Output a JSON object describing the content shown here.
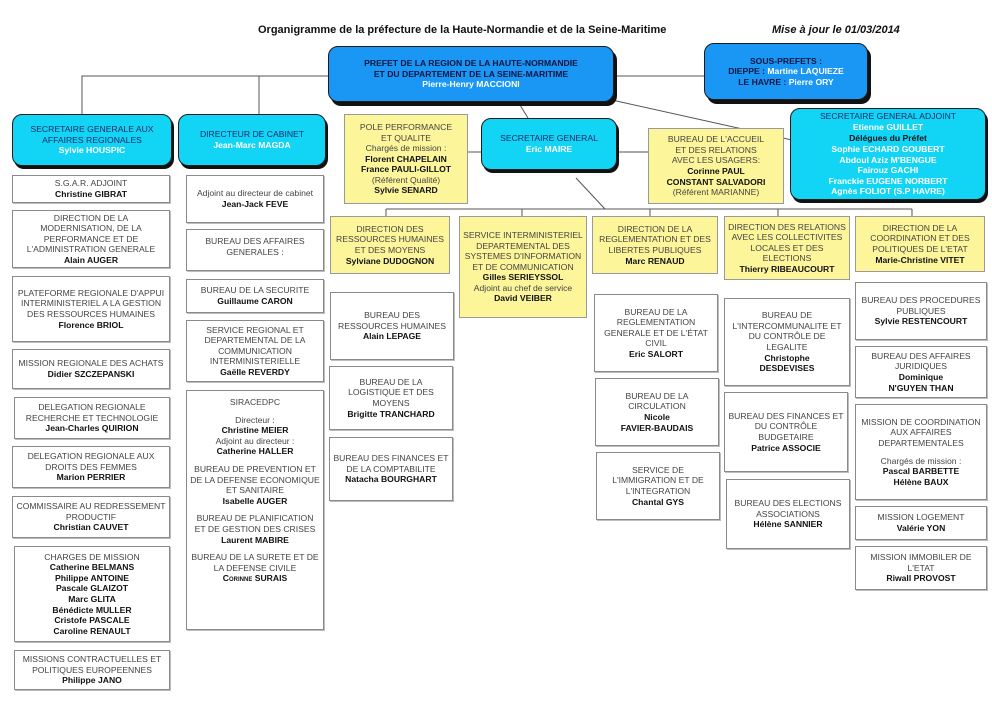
{
  "header": {
    "title": "Organigramme de la préfecture de la Haute-Normandie et de la Seine-Maritime",
    "updated": "Mise à jour le 01/03/2014"
  },
  "colors": {
    "prefet_blue": "#1a96f5",
    "direction_cyan": "#12d4f5",
    "service_yellow": "#fdf59a",
    "bureau_white": "#ffffff"
  },
  "prefet": {
    "line1": "PREFET DE LA REGION DE LA HAUTE-NORMANDIE",
    "line2": "ET DU DEPARTEMENT DE LA SEINE-MARITIME",
    "name": "Pierre-Henry MACCIONI"
  },
  "sous_prefets": {
    "title": "SOUS-PREFETS :",
    "dieppe_label": "DIEPPE :",
    "dieppe_name": "Martine LAQUIEZE",
    "havre_label": "LE HAVRE :",
    "havre_name": "Pierre ORY"
  },
  "sgar": {
    "line1": "SECRETAIRE GENERALE AUX",
    "line2": "AFFAIRES REGIONALES",
    "name": "Sylvie HOUSPIC",
    "units": [
      {
        "label": "S.G.A.R. ADJOINT",
        "names": [
          "Christine GIBRAT"
        ]
      },
      {
        "label": "DIRECTION DE LA MODERNISATION, DE LA PERFORMANCE ET DE L'ADMINISTRATION GENERALE",
        "names": [
          "Alain AUGER"
        ]
      },
      {
        "label": "PLATEFORME REGIONALE D'APPUI INTERMINISTERIEL A LA GESTION DES RESSOURCES HUMAINES",
        "names": [
          "Florence BRIOL"
        ]
      },
      {
        "label": "MISSION REGIONALE DES ACHATS",
        "names": [
          "Didier SZCZEPANSKI"
        ]
      },
      {
        "label": "DELEGATION REGIONALE RECHERCHE ET TECHNOLOGIE",
        "names": [
          "Jean-Charles QUIRION"
        ]
      },
      {
        "label": "DELEGATION REGIONALE AUX DROITS DES FEMMES",
        "names": [
          "Marion PERRIER"
        ]
      },
      {
        "label": "COMMISSAIRE AU REDRESSEMENT PRODUCTIF",
        "names": [
          "Christian CAUVET"
        ]
      },
      {
        "label": "CHARGES DE MISSION",
        "names": [
          "Catherine BELMANS",
          "Philippe ANTOINE",
          "Pascale GLAIZOT",
          "Marc GLITA",
          "Bénédicte MULLER",
          "Cristofe PASCALE",
          "Caroline RENAULT"
        ]
      },
      {
        "label": "MISSIONS CONTRACTUELLES ET POLITIQUES EUROPEENNES",
        "names": [
          "Philippe JANO"
        ]
      }
    ]
  },
  "cabinet": {
    "title": "DIRECTEUR DE CABINET",
    "name": "Jean-Marc MAGDA",
    "units": [
      {
        "label": "Adjoint au directeur de cabinet",
        "names": [
          "Jean-Jack FEVE"
        ]
      },
      {
        "label": "BUREAU DES AFFAIRES GENERALES :",
        "names": []
      },
      {
        "label": "BUREAU DE LA SECURITE",
        "names": [
          "Guillaume CARON"
        ]
      },
      {
        "label": "SERVICE REGIONAL ET DEPARTEMENTAL DE LA COMMUNICATION INTERMINISTERIELLE",
        "names": [
          "Gaëlle REVERDY"
        ]
      }
    ],
    "siracedpc": {
      "title": "SIRACEDPC",
      "director_label": "Directeur :",
      "director_name": "Christine MEIER",
      "deputy_label": "Adjoint au directeur :",
      "deputy_name": "Catherine HALLER",
      "bureaux": [
        {
          "label": "BUREAU DE PREVENTION ET DE LA DEFENSE ECONOMIQUE ET SANITAIRE",
          "name": "Isabelle AUGER"
        },
        {
          "label": "BUREAU DE PLANIFICATION ET DE GESTION DES CRISES",
          "name": "Laurent MABIRE"
        },
        {
          "label": "BUREAU DE LA SURETE ET DE LA DEFENSE CIVILE",
          "name_first": "Corinne",
          "name_last": "SURAIS"
        }
      ]
    }
  },
  "pole_performance": {
    "line1": "POLE PERFORMANCE",
    "line2": "ET QUALITE",
    "sub": "Chargés de mission :",
    "name1": "Florent CHAPELAIN",
    "name2": "France PAULI-GILLOT",
    "note": "(Référent Qualité)",
    "name3": "Sylvie SENARD"
  },
  "secretaire_general": {
    "title": "SECRETAIRE GENERAL",
    "name": "Eric MAIRE"
  },
  "bureau_accueil": {
    "line1": "BUREAU DE L'ACCUEIL",
    "line2": "ET DES RELATIONS",
    "line3": "AVEC LES USAGERS:",
    "name1": "Corinne PAUL",
    "name2": "CONSTANT SALVADORI",
    "note": "(Référent MARIANNE)"
  },
  "sg_adjoint": {
    "title": "SECRETAIRE GENERAL ADJOINT",
    "name": "Etienne GUILLET",
    "delegues_title": "Délégues du Préfet",
    "delegues": [
      "Sophie ECHARD GOUBERT",
      "Abdoul Aziz M'BENGUE",
      "Fairouz GACHI",
      "Franckie EUGENE NORBERT",
      "Agnès FOLIOT (S.P HAVRE)"
    ]
  },
  "directions": [
    {
      "label": "DIRECTION DES RESSOURCES HUMAINES ET DES MOYENS",
      "name": "Sylviane DUDOGNON",
      "bureaux": [
        {
          "label": "BUREAU DES RESSOURCES HUMAINES",
          "names": [
            "Alain LEPAGE"
          ]
        },
        {
          "label": "BUREAU DE LA LOGISTIQUE ET DES MOYENS",
          "names": [
            "Brigitte TRANCHARD"
          ]
        },
        {
          "label": "BUREAU DES FINANCES ET DE LA COMPTABILITE",
          "names": [
            "Natacha BOURGHART"
          ]
        }
      ]
    },
    {
      "label": "SERVICE INTERMINISTERIEL DEPARTEMENTAL DES SYSTEMES D'INFORMATION ET DE COMMUNICATION",
      "name": "Gilles SERIEYSSOL",
      "deputy_label": "Adjoint au chef de service",
      "deputy_name": "David VEIBER",
      "bureaux": []
    },
    {
      "label": "DIRECTION DE LA REGLEMENTATION ET DES LIBERTES PUBLIQUES",
      "name": "Marc RENAUD",
      "bureaux": [
        {
          "label": "BUREAU DE LA REGLEMENTATION GENERALE ET DE L'ÉTAT CIVIL",
          "names": [
            "Eric SALORT"
          ]
        },
        {
          "label": "BUREAU DE LA CIRCULATION",
          "names": [
            "Nicole",
            "FAVIER-BAUDAIS"
          ]
        },
        {
          "label": "SERVICE DE L'IMMIGRATION ET DE L'INTEGRATION",
          "names": [
            "Chantal GYS"
          ]
        }
      ]
    },
    {
      "label": "DIRECTION DES RELATIONS AVEC LES COLLECTIVITES LOCALES ET DES ELECTIONS",
      "name": "Thierry  RIBEAUCOURT",
      "bureaux": [
        {
          "label": "BUREAU DE L'INTERCOMMUNALITE ET DU CONTRÔLE DE LEGALITE",
          "names": [
            "Christophe",
            "DESDEVISES"
          ]
        },
        {
          "label": "BUREAU DES FINANCES ET DU CONTRÔLE BUDGETAIRE",
          "names": [
            "Patrice ASSOCIE"
          ]
        },
        {
          "label": "BUREAU DES ELECTIONS ASSOCIATIONS",
          "names": [
            "Hélène SANNIER"
          ]
        }
      ]
    },
    {
      "label": "DIRECTION DE LA COORDINATION ET DES POLITIQUES DE L'ETAT",
      "name": "Marie-Christine VITET",
      "bureaux": [
        {
          "label": "BUREAU DES PROCEDURES PUBLIQUES",
          "names": [
            "Sylvie RESTENCOURT"
          ]
        },
        {
          "label": "BUREAU DES AFFAIRES JURIDIQUES",
          "names": [
            "Dominique",
            "N'GUYEN THAN"
          ]
        },
        {
          "label": "MISSION DE COORDINATION AUX AFFAIRES DEPARTEMENTALES",
          "sub": "Chargés de mission :",
          "names": [
            "Pascal BARBETTE",
            "Hélène BAUX"
          ]
        },
        {
          "label": "MISSION LOGEMENT",
          "names": [
            "Valérie YON"
          ]
        },
        {
          "label": "MISSION IMMOBILER DE L'ETAT",
          "names": [
            "Riwall PROVOST"
          ]
        }
      ]
    }
  ]
}
